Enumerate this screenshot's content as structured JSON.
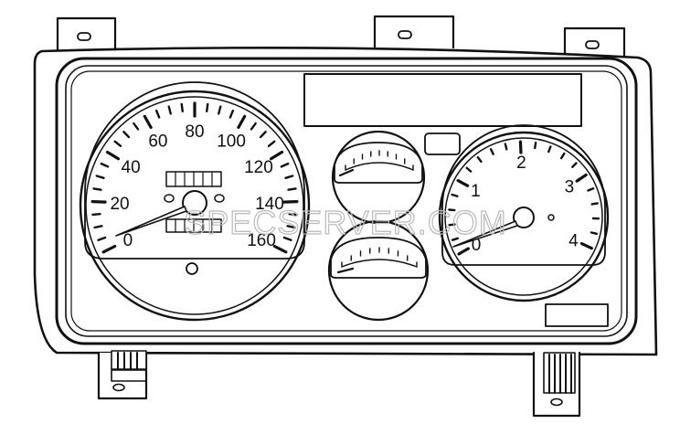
{
  "speedometer": {
    "scale_labels": [
      "0",
      "20",
      "40",
      "60",
      "80",
      "100",
      "120",
      "140",
      "160"
    ]
  },
  "tachometer": {
    "scale_labels": [
      "0",
      "1",
      "2",
      "3",
      "4"
    ]
  },
  "watermark": {
    "text": "SPECSERVER.COM"
  }
}
